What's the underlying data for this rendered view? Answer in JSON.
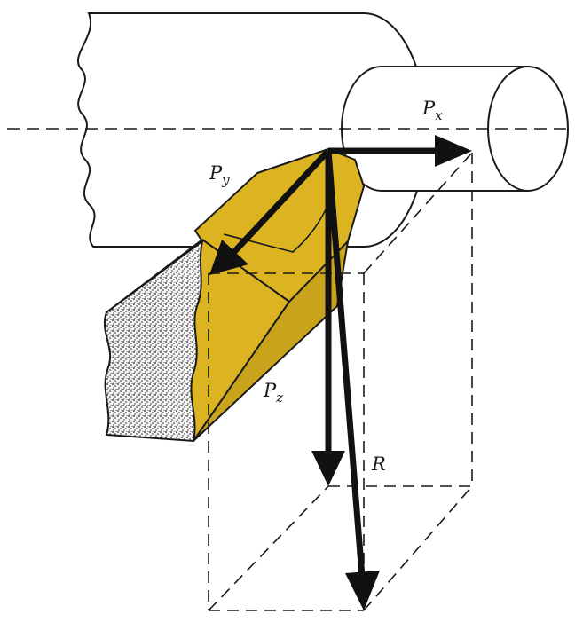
{
  "colors": {
    "background": "#ffffff",
    "outline": "#1a1a1a",
    "tool_face": "#dcb422",
    "tool_shade": "#c9a31c",
    "section_fill": "#e8e8e8",
    "force_arrow": "#111111"
  },
  "labels": {
    "px_main": "P",
    "px_sub": "x",
    "py_main": "P",
    "py_sub": "y",
    "pz_main": "P",
    "pz_sub": "z",
    "r": "R"
  }
}
